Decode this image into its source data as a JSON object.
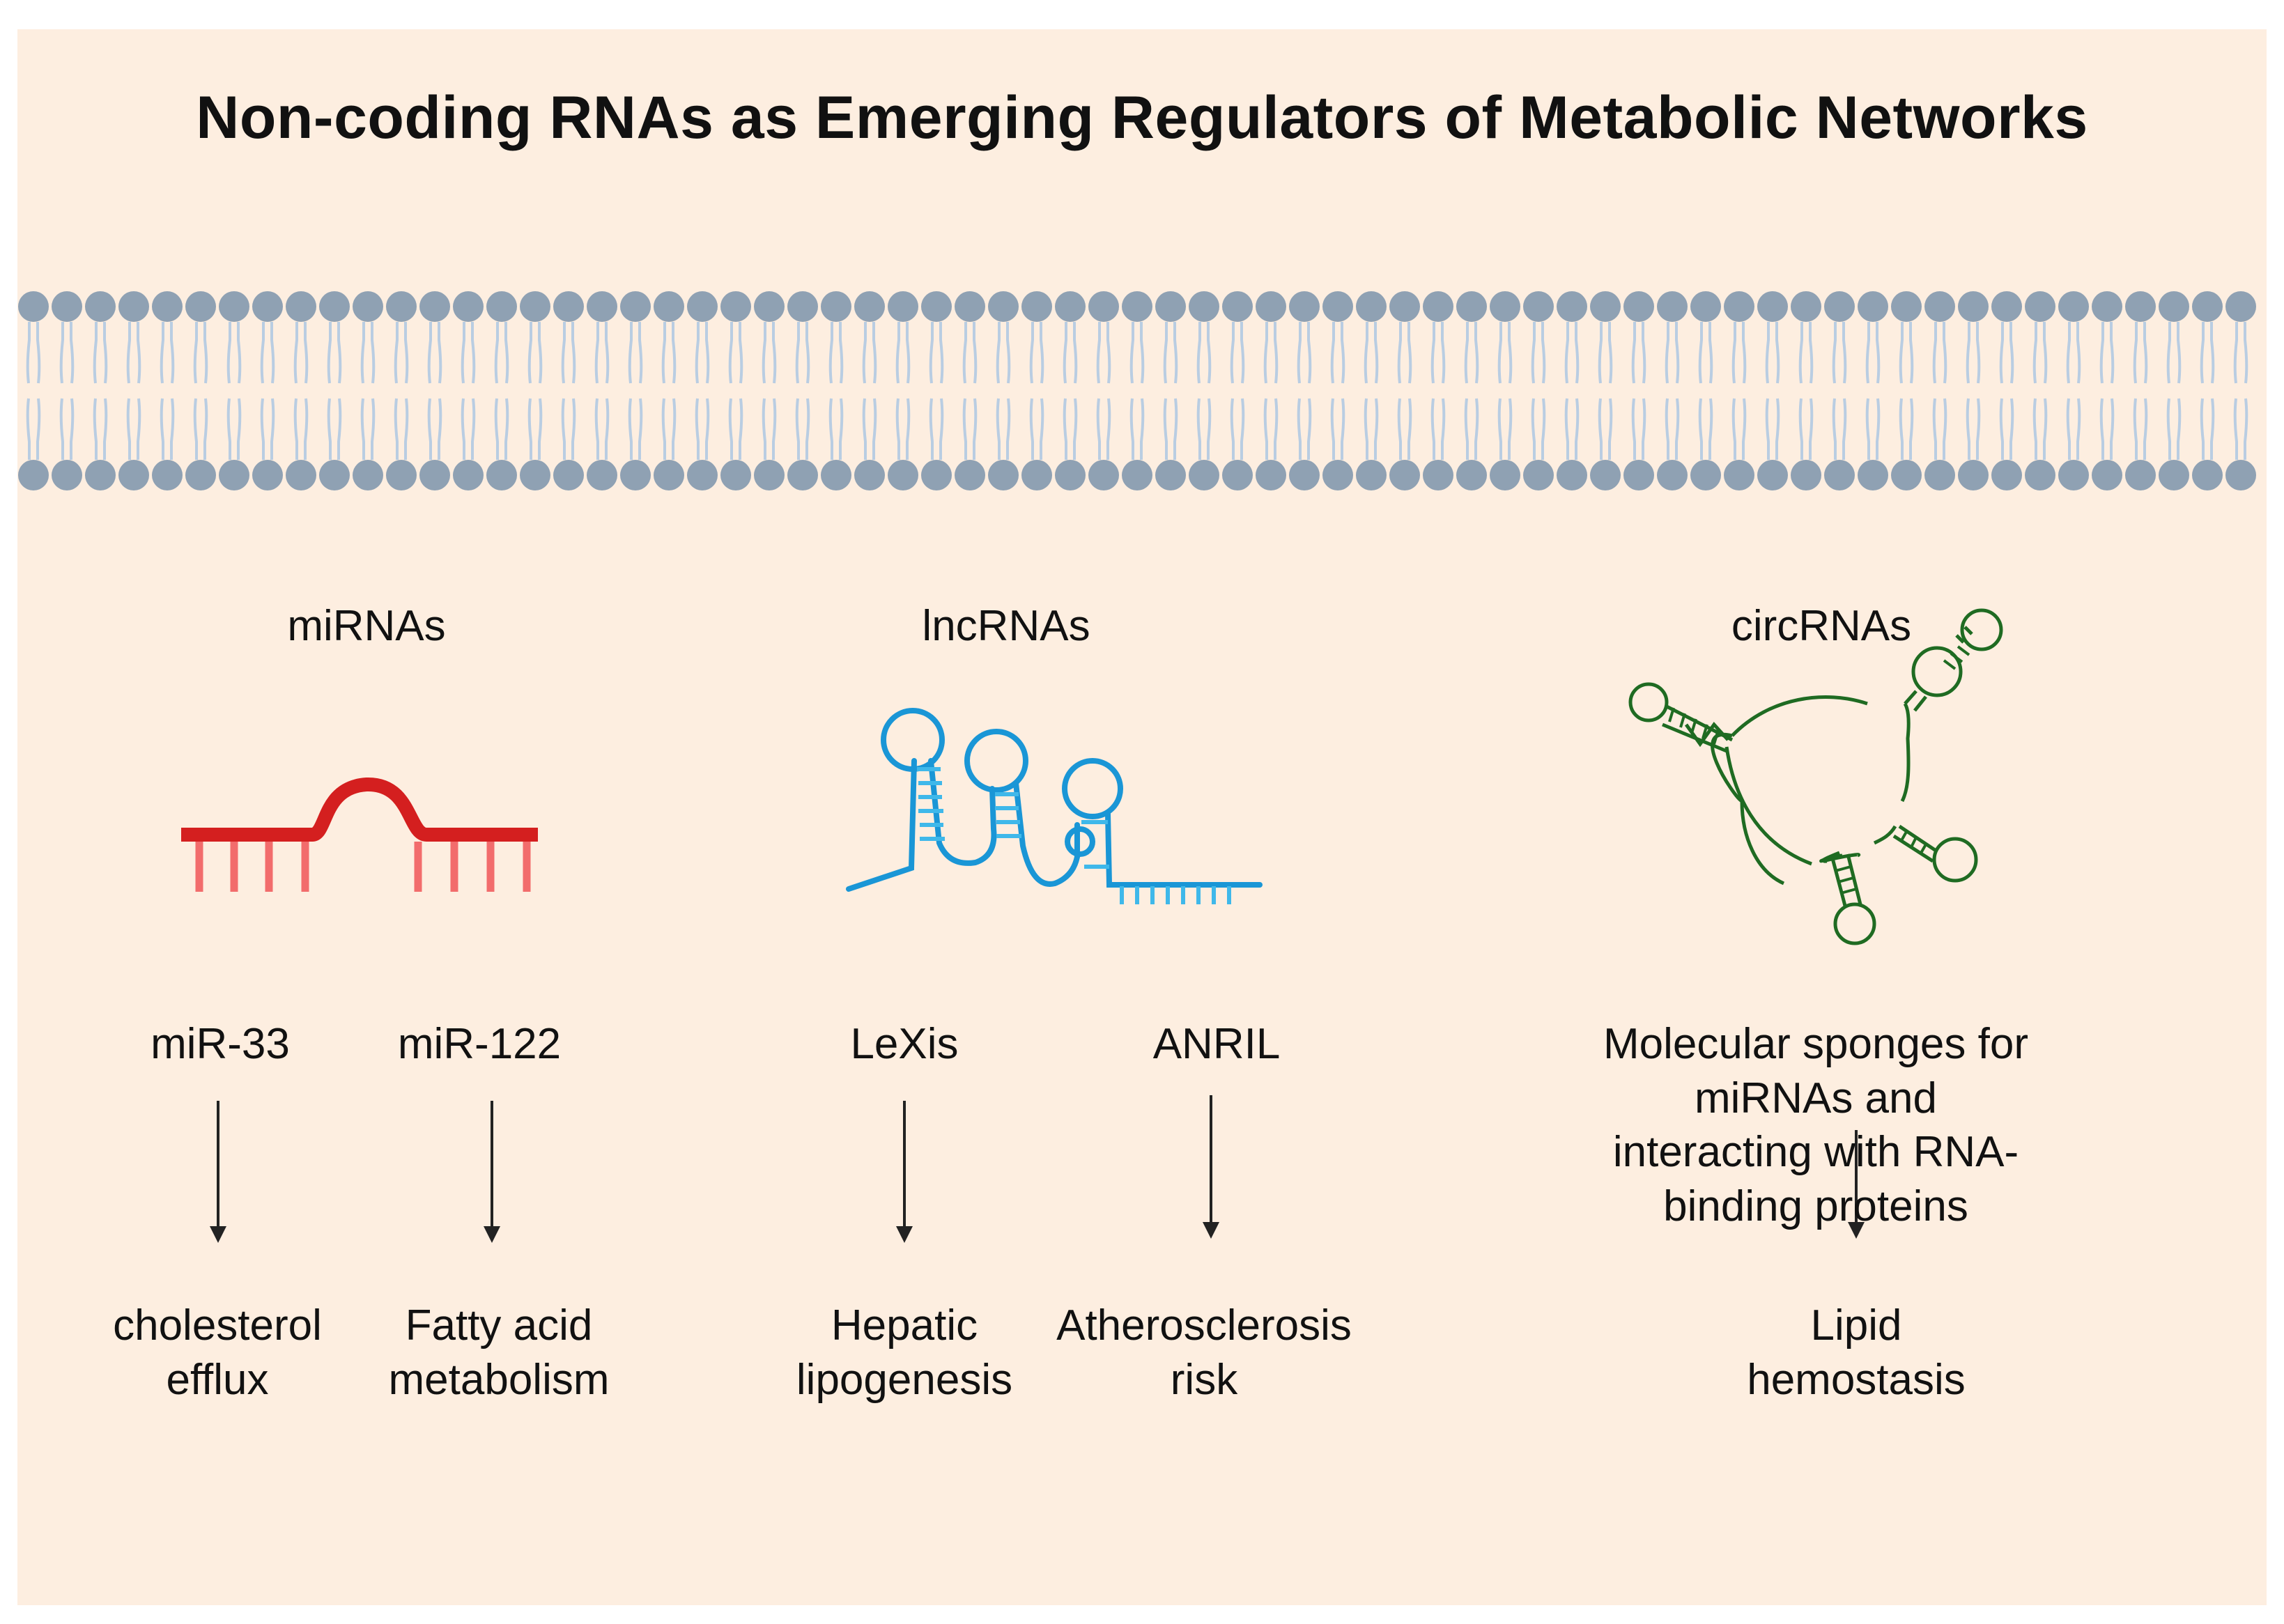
{
  "title": "Non-coding RNAs as Emerging Regulators of Metabolic Networks",
  "colors": {
    "background": "#fdeee0",
    "membrane_head": "#8fa1b3",
    "membrane_tail": "#b9cde2",
    "mirna": "#d41f1f",
    "mirna_light": "#f26c6c",
    "lncrna": "#1a96d6",
    "lncrna_light": "#3fb8ea",
    "circrna": "#1f6b22",
    "arrow": "#222222"
  },
  "mirnas": {
    "heading": "miRNAs",
    "icon": "mirna-hairpin-icon",
    "items": [
      {
        "name": "miR-33",
        "effect": "cholesterol\nefflux"
      },
      {
        "name": "miR-122",
        "effect": "Fatty acid\nmetabolism"
      }
    ]
  },
  "lncrnas": {
    "heading": "lncRNAs",
    "icon": "lncrna-stemloop-icon",
    "items": [
      {
        "name": "LeXis",
        "effect": "Hepatic\nlipogenesis"
      },
      {
        "name": "ANRIL",
        "effect": "Atherosclerosis\nrisk"
      }
    ]
  },
  "circrnas": {
    "heading": "circRNAs",
    "icon": "circrna-ring-icon",
    "mechanism": "Molecular sponges for miRNAs and\ninteracting with RNA-binding proteins",
    "effect": "Lipid\nhemostasis"
  }
}
